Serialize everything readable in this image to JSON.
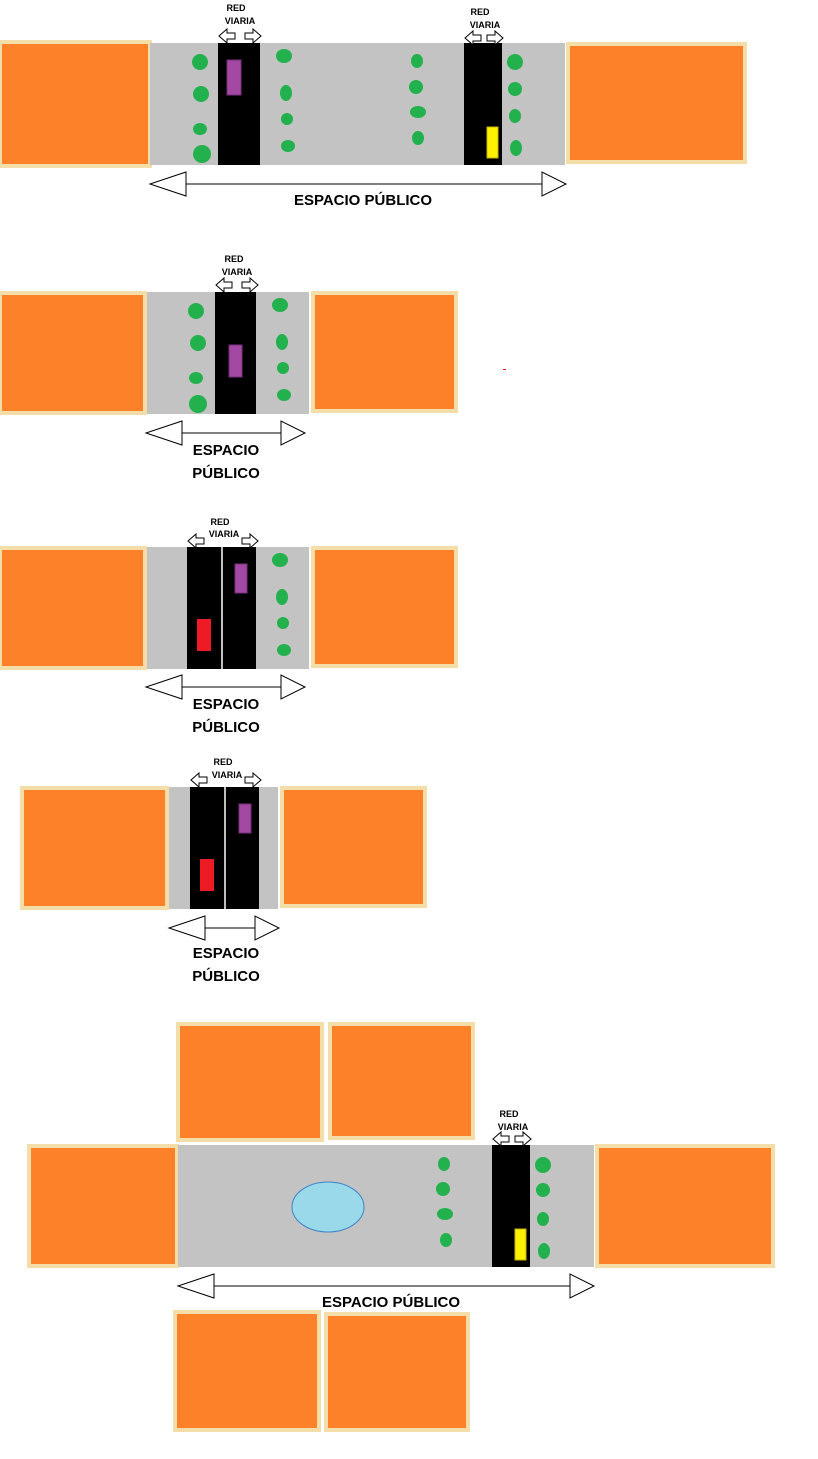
{
  "labels": {
    "red": "RED",
    "viaria": "VIARIA",
    "espacio_publico": "ESPACIO PÚBLICO",
    "espacio": "ESPACIO",
    "publico": "PÚBLICO"
  },
  "colors": {
    "block_fill": "#fd8128",
    "block_border": "#f3dea9",
    "public_space": "#c3c3c3",
    "road": "#000000",
    "lane_line": "#ffffff",
    "tree": "#22b14c",
    "car_purple": "#a349a4",
    "car_red": "#ed1c24",
    "car_yellow": "#fff200",
    "pond": "#99d9ea",
    "pond_stroke": "#3f83c4"
  },
  "diagrams": [
    {
      "id": "1",
      "label_layout": "single-line"
    },
    {
      "id": "2",
      "label_layout": "two-line"
    },
    {
      "id": "3",
      "label_layout": "two-line"
    },
    {
      "id": "4",
      "label_layout": "two-line"
    },
    {
      "id": "5",
      "label_layout": "single-line"
    }
  ]
}
